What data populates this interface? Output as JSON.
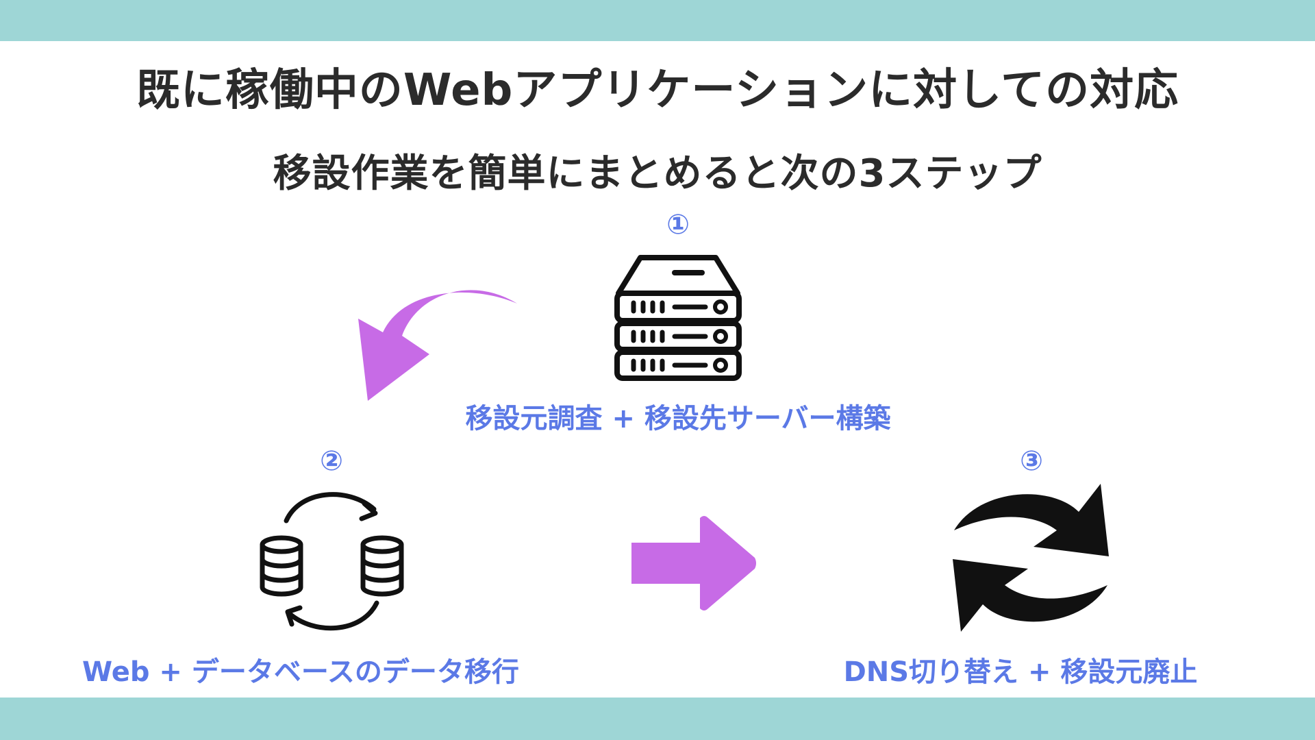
{
  "header": {
    "title": "既に稼働中のWebアプリケーションに対しての対応",
    "subtitle": "移設作業を簡単にまとめると次の3ステップ"
  },
  "steps": [
    {
      "number": "①",
      "label": "移設元調査 + 移設先サーバー構築",
      "icon": "server-rack-icon"
    },
    {
      "number": "②",
      "label": "Web + データベースのデータ移行",
      "icon": "database-sync-icon"
    },
    {
      "number": "③",
      "label": "DNS切り替え + 移設元廃止",
      "icon": "refresh-arrows-icon"
    }
  ],
  "colors": {
    "band": "#9ed6d6",
    "heading": "#2b2b2b",
    "step_text": "#5b79e6",
    "arrow": "#c76be6",
    "icon": "#111111"
  }
}
